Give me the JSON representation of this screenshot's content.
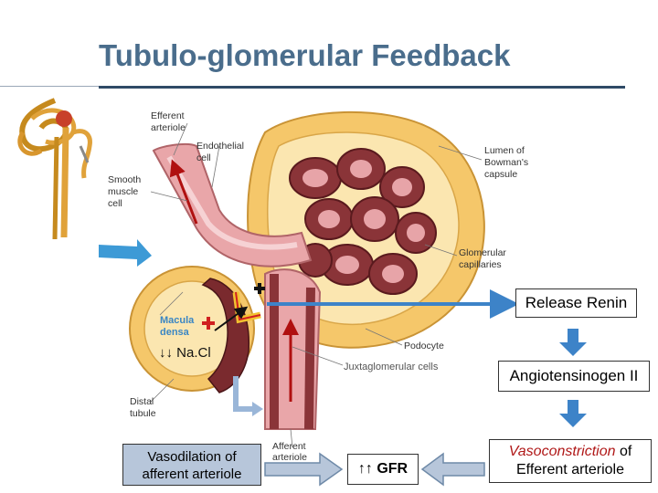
{
  "title": "Tubulo-glomerular Feedback",
  "labels": {
    "efferent_arteriole": [
      "Efferent",
      "arteriole"
    ],
    "endothelial_cell": [
      "Endothelial",
      "cell"
    ],
    "smooth_muscle_cell": [
      "Smooth",
      "muscle",
      "cell"
    ],
    "lumen_bowmans": [
      "Lumen of",
      "Bowman's",
      "capsule"
    ],
    "glomerular_capillaries": [
      "Glomerular",
      "capillaries"
    ],
    "macula_densa": [
      "Macula",
      "densa"
    ],
    "nacl": "↓↓ Na.Cl",
    "podocyte": "Podocyte",
    "juxtaglomerular_cells": "Juxtaglomerular cells",
    "distal_tubule": [
      "Distal",
      "tubule"
    ],
    "afferent_arteriole": [
      "Afferent",
      "arteriole"
    ]
  },
  "boxes": {
    "release_renin": "Release Renin",
    "angiotensinogen": "Angiotensinogen II",
    "vasoconstriction_word": "Vasoconstriction",
    "vasoconstriction_rest": " of",
    "efferent_line": "Efferent arteriole",
    "gfr": "↑↑ GFR",
    "vasodilation_line1": "Vasodilation of",
    "vasodilation_line2": "afferent arteriole"
  },
  "colors": {
    "title": "#4a6d8c",
    "arrow_blue": "#3d83c8",
    "arrow_red": "#b01010",
    "vessel_pink": "#e9a6a9",
    "capsule_yellow": "#f5c76a",
    "cells_maroon": "#7a2a2e"
  }
}
